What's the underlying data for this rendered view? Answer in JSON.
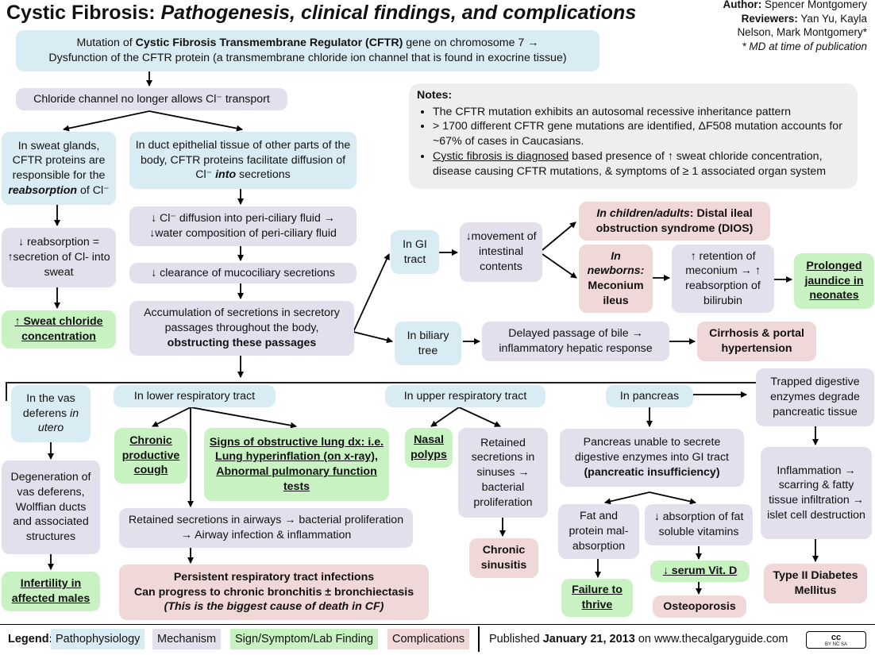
{
  "header": {
    "title_main": "Cystic Fibrosis: ",
    "title_sub": "Pathogenesis, clinical findings, and complications",
    "author_label": "Author:",
    "author_name": " Spencer Montgomery",
    "reviewers_label": "Reviewers:",
    "reviewers_names": " Yan Yu, Kayla",
    "reviewers_names2": "Nelson, Mark Montgomery*",
    "md_note": "* MD at time of publication"
  },
  "top": {
    "mut_a": "Mutation of ",
    "mut_b": "Cystic Fibrosis  Transmembrane Regulator (CFTR)",
    "mut_c": " gene on chromosome 7 →",
    "mut_line2": "Dysfunction of the CFTR protein (a transmembrane chloride ion channel that is found in exocrine tissue)",
    "chloride": "Chloride channel no longer allows Cl⁻ transport"
  },
  "notes": {
    "title": "Notes:",
    "n1": "The CFTR mutation exhibits an autosomal recessive  inheritance pattern",
    "n2": "> 1700 different CFTR gene mutations are identified, ΔF508 mutation accounts for ~67% of cases in Caucasians.",
    "n3_u": "Cystic fibrosis is diagnosed",
    "n3_rest": " based presence of ↑ sweat chloride concentration, disease causing CFTR mutations, & symptoms of ≥ 1 associated organ system"
  },
  "sweat": {
    "g1": "In sweat glands, CFTR proteins are responsible for the ",
    "g2": "reabsorption",
    "g3": " of Cl⁻",
    "reab": "↓ reabsorption = ↑secretion of Cl- into sweat",
    "finding": "↑ Sweat chloride concentration"
  },
  "duct": {
    "d1": "In duct epithelial tissue of other parts of the body, CFTR proteins facilitate diffusion of Cl⁻ ",
    "d2": "into",
    "d3": " secretions",
    "diffusion": "↓ Cl⁻ diffusion into peri-ciliary fluid  → ↓water composition of peri-ciliary fluid",
    "clearance": "↓ clearance of mucociliary secretions",
    "accum1": "Accumulation of secretions in secretory passages throughout the body, ",
    "accum2": "obstructing these passages"
  },
  "gi": {
    "tract": "In GI tract",
    "movement": "↓movement of intestinal contents",
    "dios_i": "In children/adults",
    "dios_b": ": Distal ileal obstruction syndrome (DIOS)",
    "newborn_i": "In newborns:",
    "newborn_b": "Meconium ileus",
    "retention": "↑ retention of meconium → ↑ reabsorption of bilirubin",
    "jaundice": "Prolonged jaundice in neonates",
    "biliary": "In biliary tree",
    "bile": "Delayed passage of bile → inflammatory hepatic response",
    "cirrhosis": "Cirrhosis & portal hypertension"
  },
  "vas": {
    "label1": "In the vas deferens ",
    "label2": "in utero",
    "degen": "Degeneration of vas deferens, Wolffian ducts and associated structures",
    "infert": "Infertility in affected males"
  },
  "lower": {
    "label": "In lower respiratory tract",
    "cough": "Chronic productive cough",
    "lung": "Signs of obstructive lung dx: i.e. Lung hyperinflation (on x-ray), Abnormal pulmonary function tests",
    "retained": "Retained secretions in airways → bacterial proliferation → Airway infection & inflammation",
    "persist1": "Persistent respiratory tract infections",
    "persist2": "Can progress to chronic bronchitis ± bronchiectasis",
    "persist3": "(This is the biggest cause of death in CF)"
  },
  "upper": {
    "label": "In upper respiratory tract",
    "polyps": "Nasal polyps",
    "sinus": "Retained secretions in sinuses → bacterial proliferation",
    "sinusitis": "Chronic sinusitis"
  },
  "pancreas": {
    "label": "In pancreas",
    "unable1": "Pancreas unable to secrete digestive enzymes into GI tract ",
    "unable2": "(pancreatic insufficiency)",
    "fat": "Fat and protein mal-absorption",
    "failure": "Failure to thrive",
    "vitamins": "↓ absorption of fat soluble vitamins",
    "vitd": "↓ serum Vit. D",
    "osteo": "Osteoporosis",
    "trapped": "Trapped digestive enzymes degrade pancreatic tissue",
    "inflam": "Inflammation → scarring & fatty tissue infiltration → islet cell destruction",
    "diabetes": "Type II Diabetes Mellitus"
  },
  "legend": {
    "label": "Legend:",
    "patho": "Pathophysiology",
    "mech": "Mechanism",
    "sign": "Sign/Symptom/Lab Finding",
    "comp": "Complications",
    "pub1": "Published ",
    "pub2": "January 21, 2013",
    "pub3": " on www.thecalgaryguide.com",
    "cc": "cc",
    "cc2": "BY  NC  SA"
  },
  "colors": {
    "pathophysiology": "#d9ecf4",
    "mechanism": "#e3dfec",
    "sign_symptom": "#c9f2c2",
    "complications": "#f0d7d8",
    "notes": "#eeeeee"
  }
}
